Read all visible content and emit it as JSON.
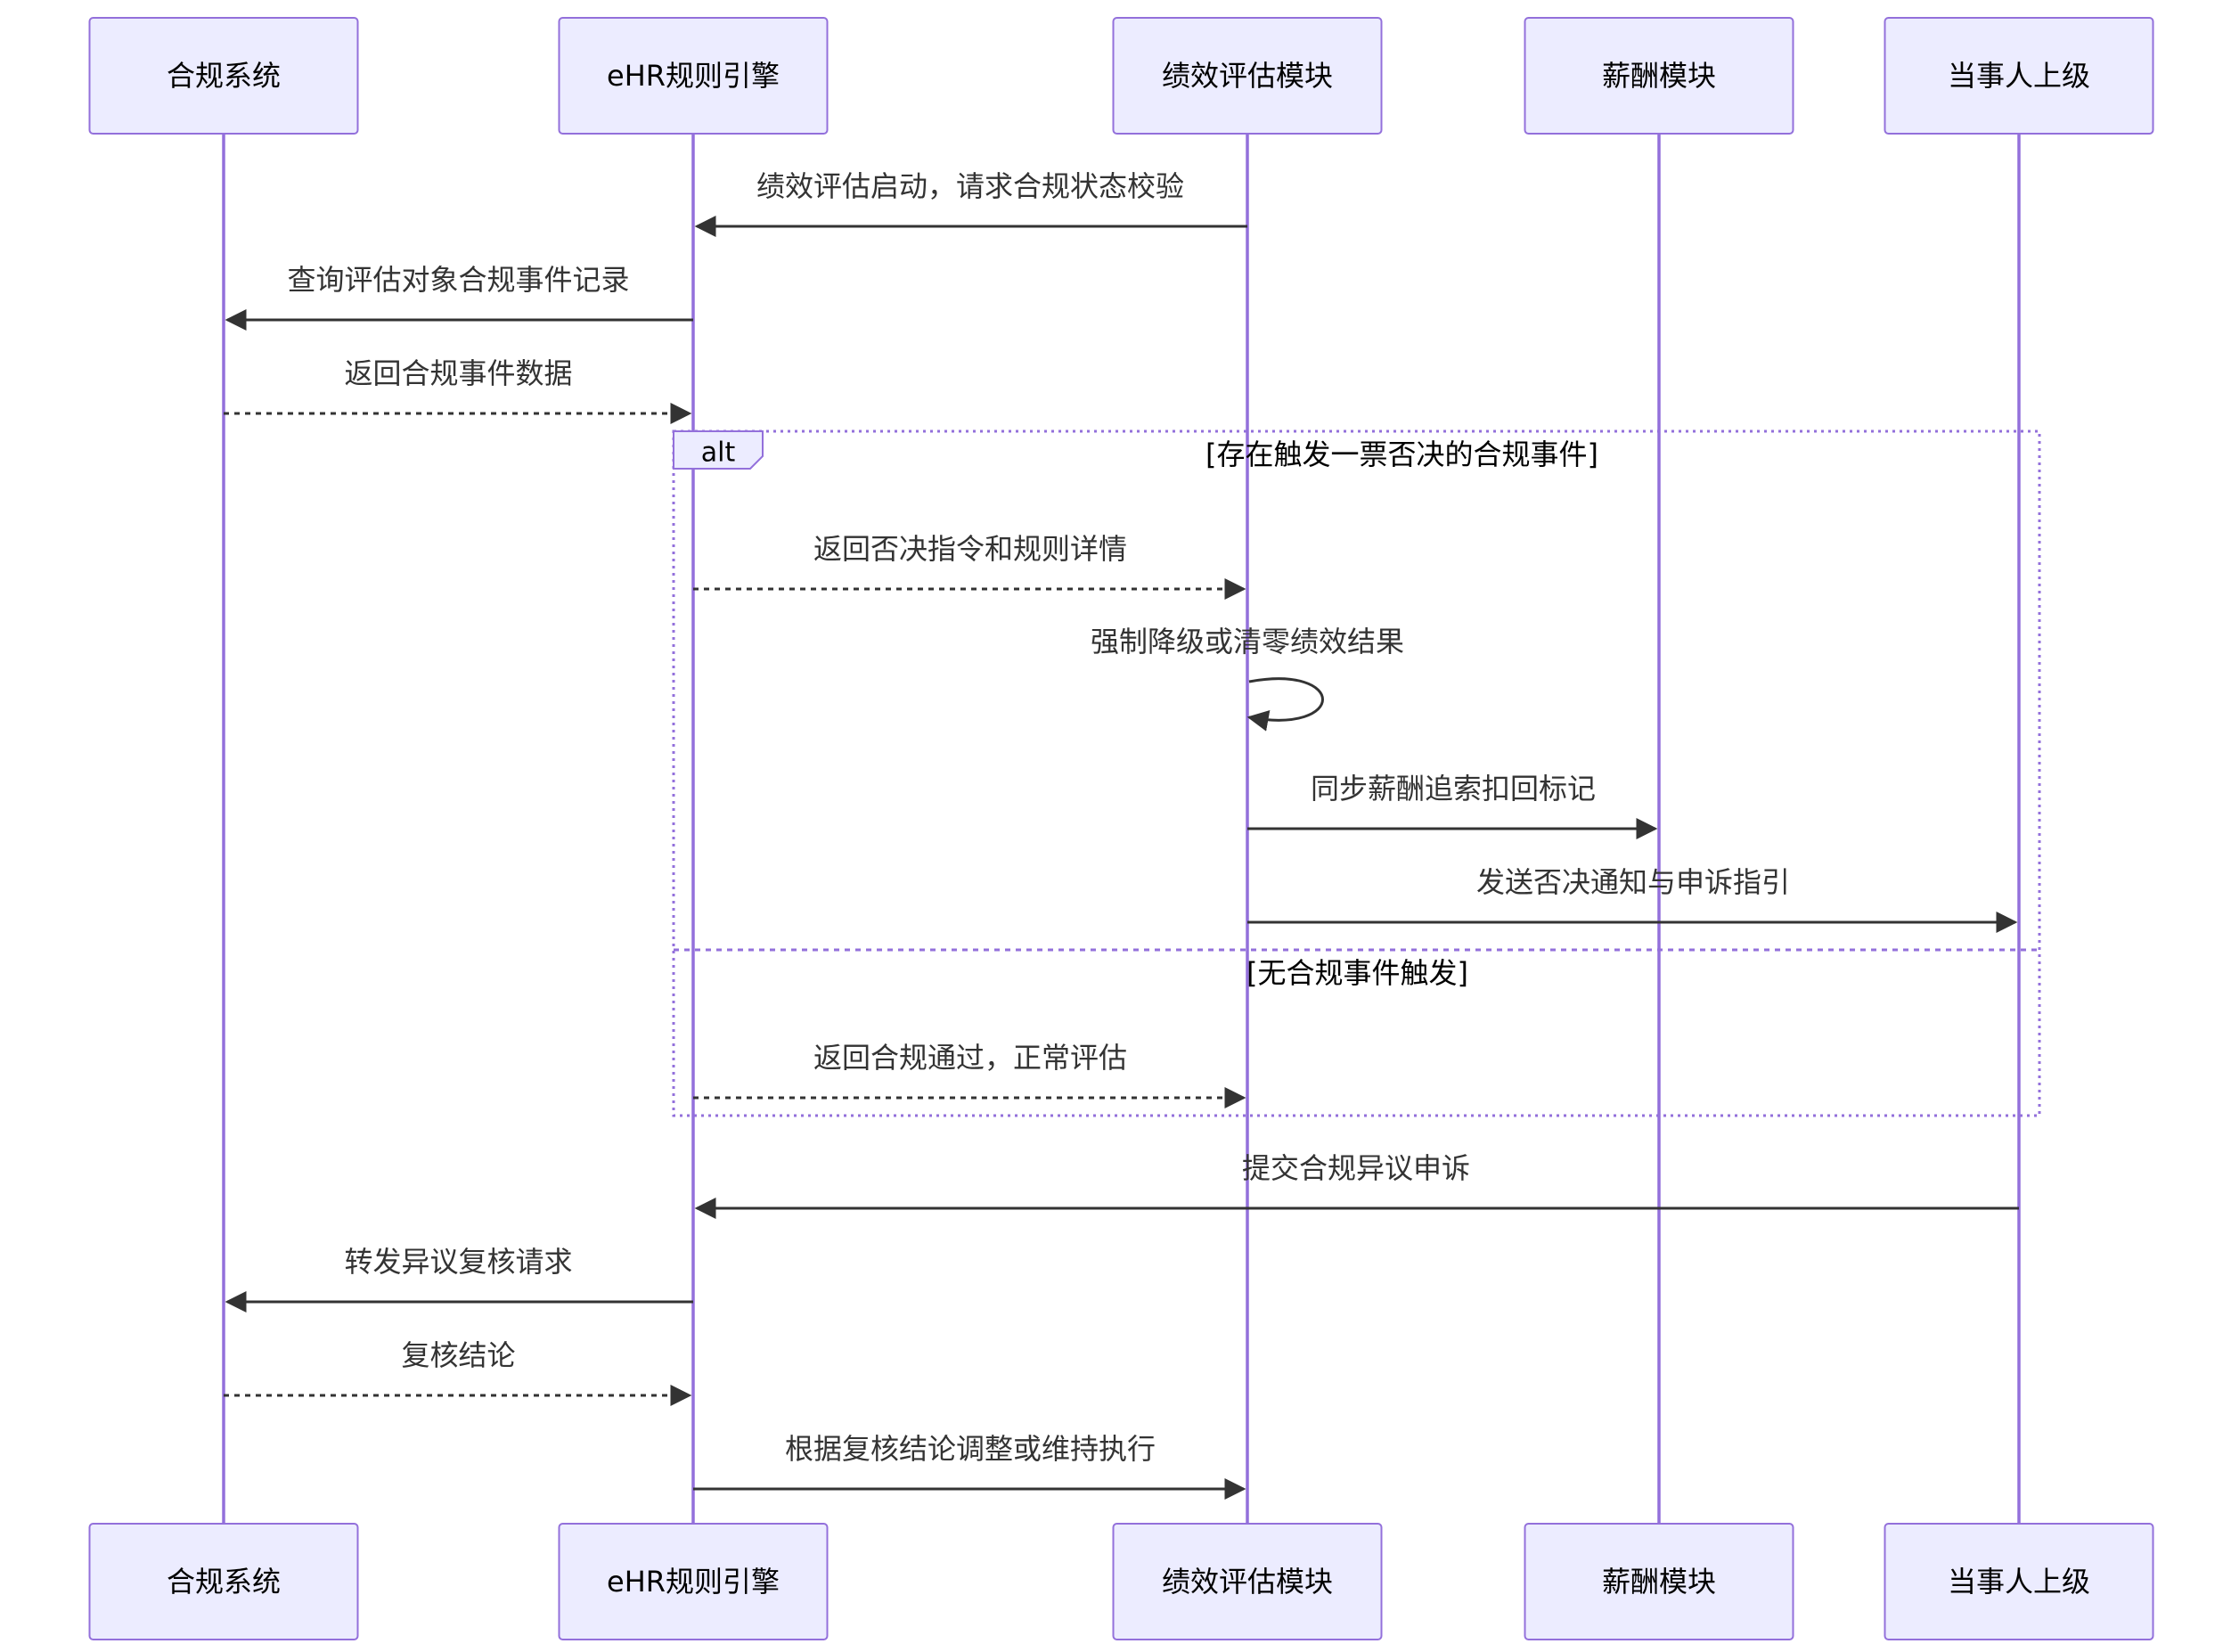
{
  "participants": [
    {
      "id": "compliance",
      "label": "合规系统"
    },
    {
      "id": "ehr",
      "label": "eHR规则引擎"
    },
    {
      "id": "perf",
      "label": "绩效评估模块"
    },
    {
      "id": "pay",
      "label": "薪酬模块"
    },
    {
      "id": "boss",
      "label": "当事人上级"
    }
  ],
  "messages": [
    {
      "from": "perf",
      "to": "ehr",
      "text": "绩效评估启动，请求合规状态校验",
      "style": "solid"
    },
    {
      "from": "ehr",
      "to": "compliance",
      "text": "查询评估对象合规事件记录",
      "style": "solid"
    },
    {
      "from": "compliance",
      "to": "ehr",
      "text": "返回合规事件数据",
      "style": "dashed"
    },
    {
      "from": "ehr",
      "to": "perf",
      "text": "返回否决指令和规则详情",
      "style": "dashed"
    },
    {
      "from": "perf",
      "to": "perf",
      "text": "强制降级或清零绩效结果",
      "style": "solid"
    },
    {
      "from": "perf",
      "to": "pay",
      "text": "同步薪酬追索扣回标记",
      "style": "solid"
    },
    {
      "from": "perf",
      "to": "boss",
      "text": "发送否决通知与申诉指引",
      "style": "solid"
    },
    {
      "from": "ehr",
      "to": "perf",
      "text": "返回合规通过，正常评估",
      "style": "dashed"
    },
    {
      "from": "boss",
      "to": "ehr",
      "text": "提交合规异议申诉",
      "style": "solid"
    },
    {
      "from": "ehr",
      "to": "compliance",
      "text": "转发异议复核请求",
      "style": "solid"
    },
    {
      "from": "compliance",
      "to": "ehr",
      "text": "复核结论",
      "style": "dashed"
    },
    {
      "from": "ehr",
      "to": "perf",
      "text": "根据复核结论调整或维持执行",
      "style": "solid"
    }
  ],
  "alt_frame": {
    "label": "alt",
    "condition_1": "[存在触发一票否决的合规事件]",
    "condition_2": "[无合规事件触发]"
  },
  "colors": {
    "actor_fill": "#ececff",
    "actor_stroke": "#9370db",
    "line": "#333333"
  }
}
